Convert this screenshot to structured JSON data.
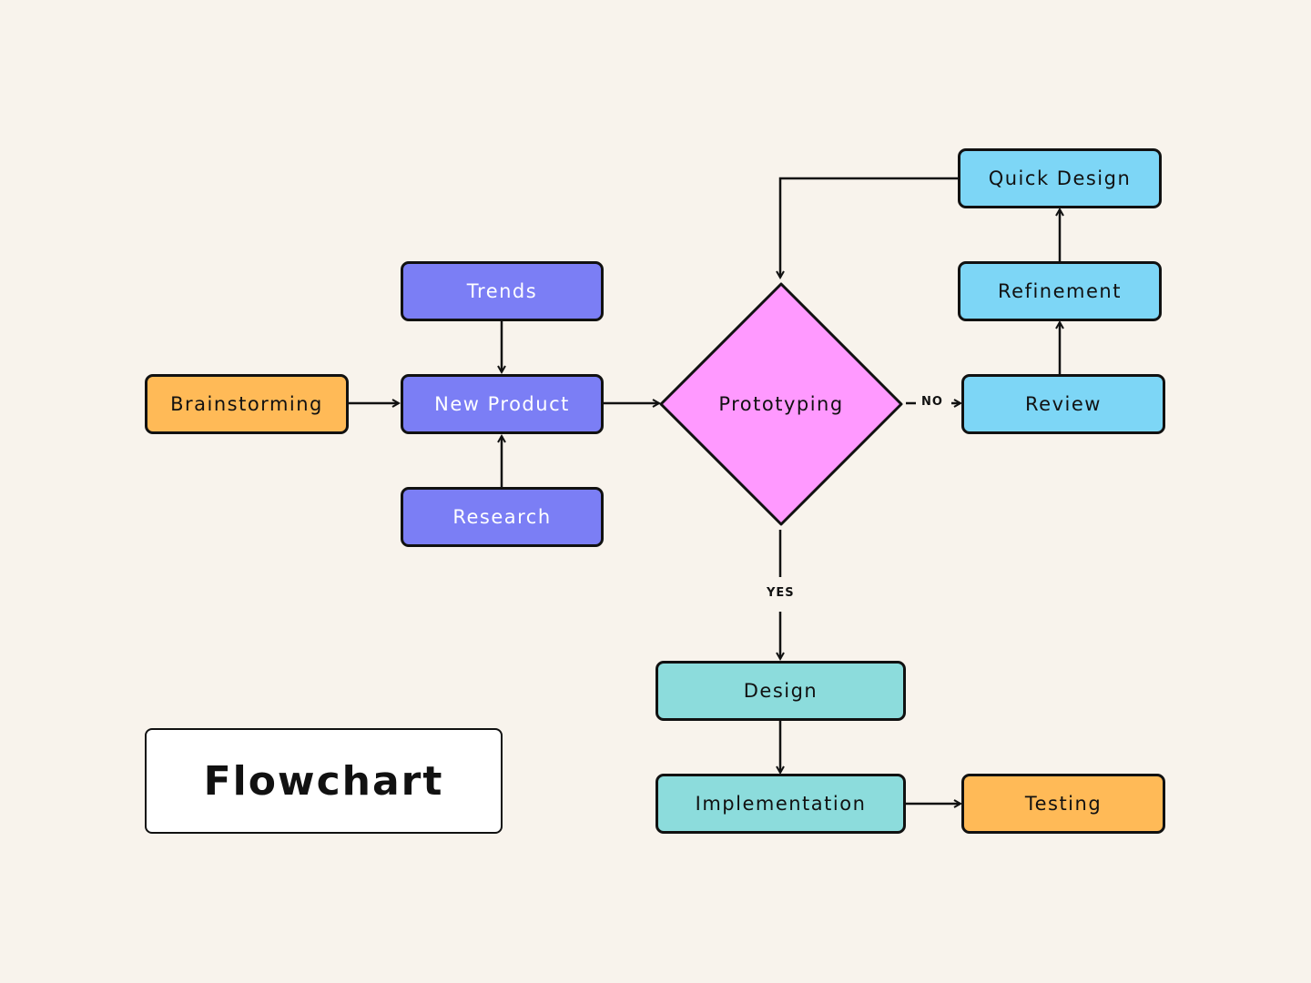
{
  "title": "Flowchart",
  "nodes": {
    "brainstorming": "Brainstorming",
    "trends": "Trends",
    "new_product": "New Product",
    "research": "Research",
    "prototyping": "Prototyping",
    "quick_design": "Quick Design",
    "refinement": "Refinement",
    "review": "Review",
    "design": "Design",
    "implementation": "Implementation",
    "testing": "Testing"
  },
  "edge_labels": {
    "no": "NO",
    "yes": "YES"
  },
  "colors": {
    "background": "#f8f3ec",
    "orange": "#ffba57",
    "purple": "#7b7ef5",
    "pink": "#ff99ff",
    "sky_blue": "#7dd6f6",
    "teal": "#8cdcdc",
    "outline": "#111111"
  }
}
